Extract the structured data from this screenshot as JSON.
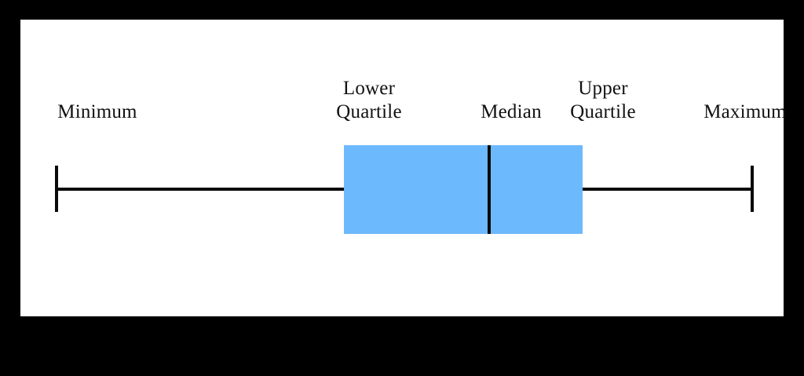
{
  "figure": {
    "background_color": "#000000",
    "canvas_color": "#ffffff",
    "title": ""
  },
  "labels": {
    "minimum": "Minimum",
    "lower_quartile_line1": "Lower",
    "lower_quartile_line2": "Quartile",
    "median": "Median",
    "upper_quartile_line1": "Upper",
    "upper_quartile_line2": "Quartile",
    "maximum": "Maximum"
  },
  "colors": {
    "box_fill": "#6db9fe",
    "line": "#0a0a0a",
    "text": "#111111",
    "canvas": "#ffffff",
    "background": "#000000"
  },
  "chart_data": {
    "type": "box",
    "orientation": "horizontal",
    "title": "",
    "xlabel": "",
    "ylabel": "",
    "grid": false,
    "legend": null,
    "axis_ticks": [],
    "series": [
      {
        "name": "box-plot-anatomy",
        "minimum": 70,
        "lower_quartile": 438,
        "median": 622,
        "upper_quartile": 742,
        "maximum": 957,
        "units": "pixels along horizontal axis (unlabeled scale)"
      }
    ],
    "annotations": [
      {
        "text": "Minimum",
        "points_to": "minimum",
        "x": 98,
        "lines": 1
      },
      {
        "text": "Lower Quartile",
        "points_to": "lower_quartile",
        "x": 444,
        "lines": 2
      },
      {
        "text": "Median",
        "points_to": "median",
        "x": 625,
        "lines": 1
      },
      {
        "text": "Upper Quartile",
        "points_to": "upper_quartile",
        "x": 742,
        "lines": 2
      },
      {
        "text": "Maximum",
        "points_to": "maximum",
        "x": 923,
        "lines": 1
      }
    ]
  }
}
